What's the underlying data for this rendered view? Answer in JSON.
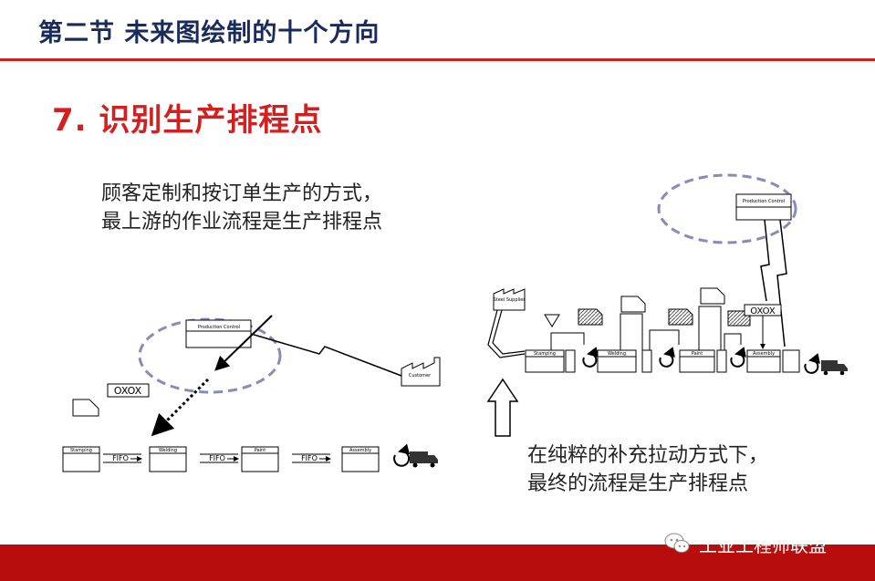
{
  "header": {
    "title": "第二节  未来图绘制的十个方向"
  },
  "section": {
    "title": "7. 识别生产排程点"
  },
  "captions": {
    "left_line1": "顾客定制和按订单生产的方式，",
    "left_line2": "最上游的作业流程是生产排程点",
    "right_line1": "在纯粹的补充拉动方式下，",
    "right_line2": "最终的流程是生产排程点"
  },
  "left_diagram": {
    "production_control": "Production Control",
    "customer": "Customer",
    "signal": "OXOX",
    "processes": [
      "Stamping",
      "Welding",
      "Paint",
      "Assembly"
    ],
    "fifo": "FIFO"
  },
  "right_diagram": {
    "production_control": "Production Control",
    "supplier": "Steel Supplier",
    "signal": "OXOX",
    "processes": [
      "Stamping",
      "Welding",
      "Paint",
      "Assembly"
    ]
  },
  "watermark": {
    "text": "工业工程师联盟",
    "icon": "wechat-icon"
  },
  "colors": {
    "accent": "#d21f1f",
    "title": "#1a2a5a",
    "footer": "#b80d0d",
    "ellipse": "#8a8ab8"
  }
}
